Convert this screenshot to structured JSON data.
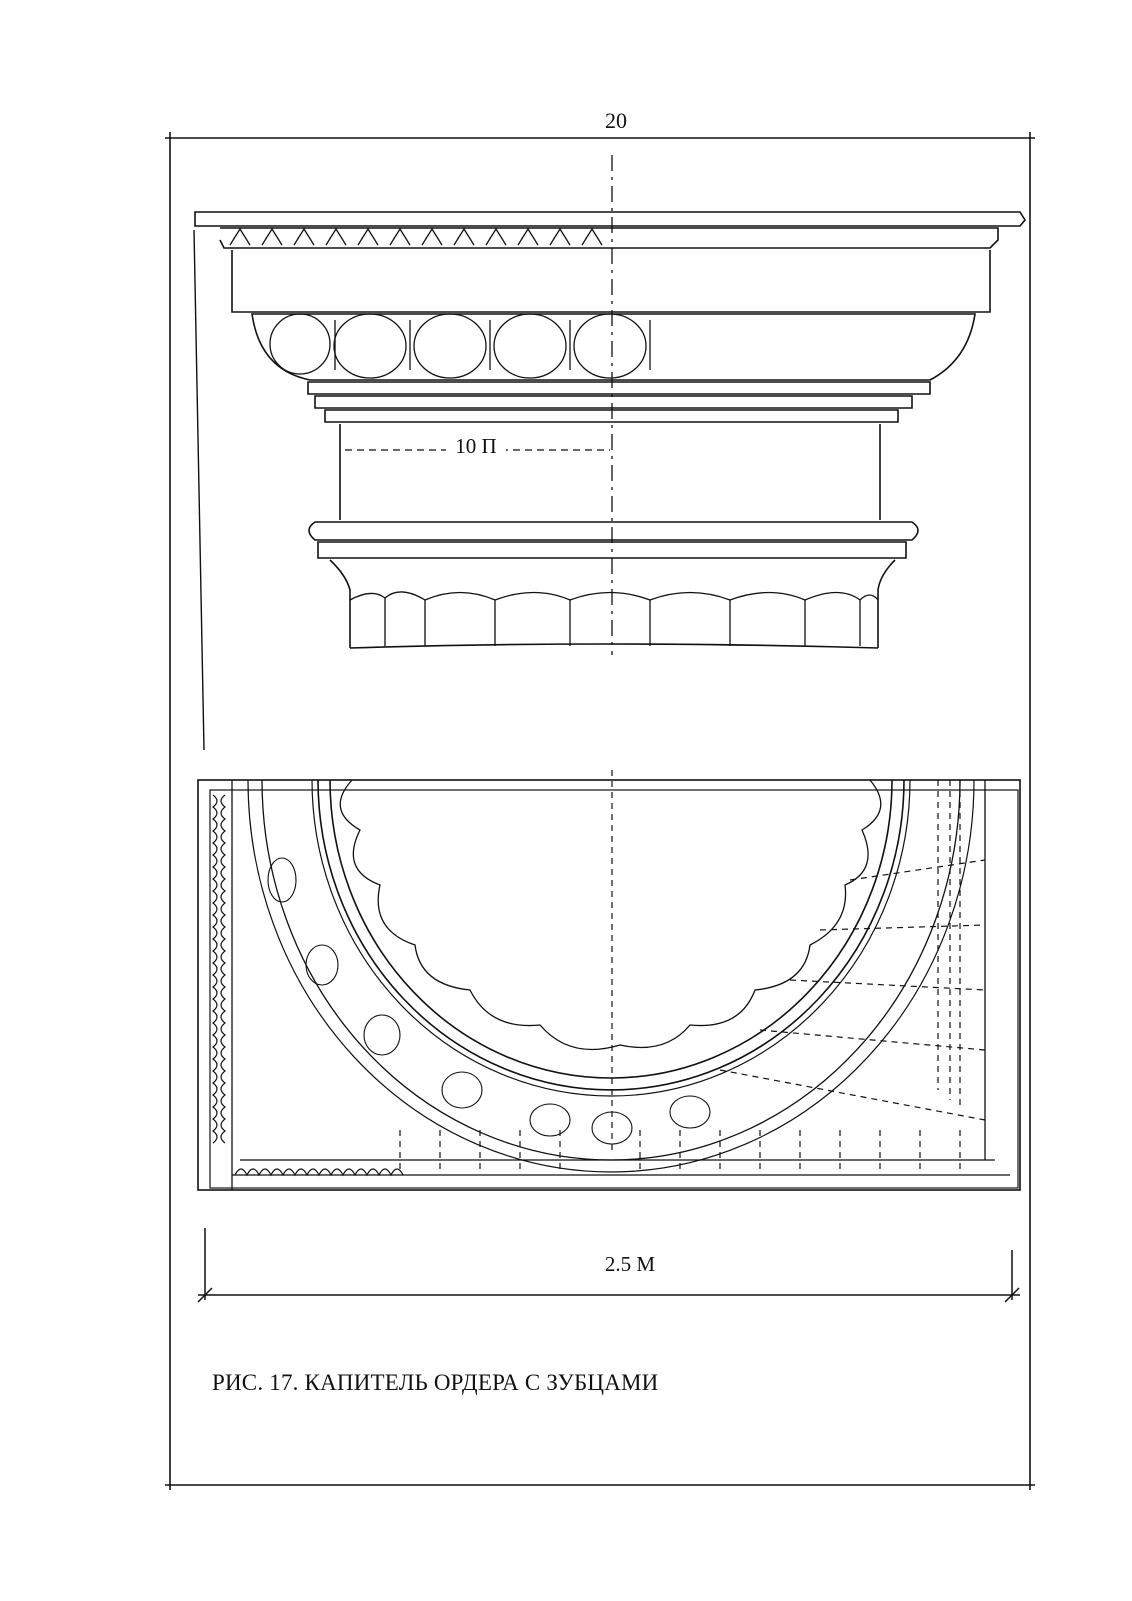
{
  "page": {
    "number": "20"
  },
  "drawing": {
    "elevation": {
      "dimension_label": "10 П"
    },
    "plan": {
      "dimension_label": "2.5 М"
    }
  },
  "caption": {
    "text": "РИС. 17. КАПИТЕЛЬ ОРДЕРА С ЗУБЦАМИ"
  }
}
